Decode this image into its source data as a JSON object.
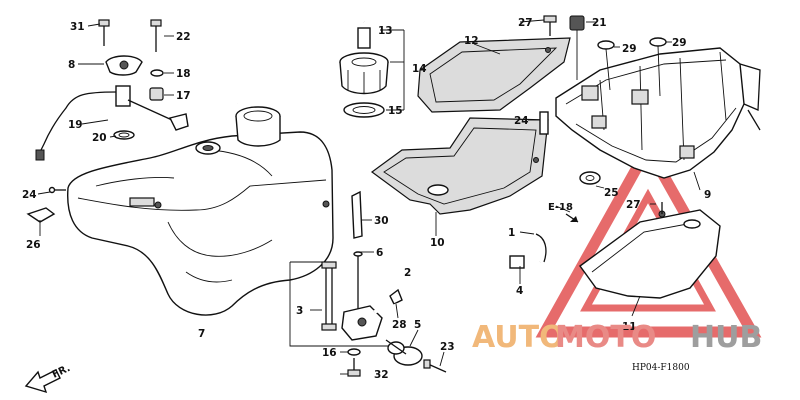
{
  "callouts": {
    "n1": "1",
    "n2": "2",
    "n3": "3",
    "n4": "4",
    "n5": "5",
    "n6": "6",
    "n7": "7",
    "n8": "8",
    "n9": "9",
    "n10": "10",
    "n11": "11",
    "n12": "12",
    "n13": "13",
    "n14": "14",
    "n15": "15",
    "n16": "16",
    "n17": "17",
    "n18": "18",
    "n19": "19",
    "n20": "20",
    "n21": "21",
    "n22": "22",
    "n23": "23",
    "n24a": "24",
    "n24b": "24",
    "n25": "25",
    "n26": "26",
    "n27a": "27",
    "n27b": "27",
    "n28": "28",
    "n29a": "29",
    "n29b": "29",
    "n30": "30",
    "n31": "31",
    "n32": "32"
  },
  "reference_label": "E-18",
  "diagram_code": "HP04-F1800",
  "direction_label": "FR.",
  "watermark": {
    "part1": "AUTO",
    "part2": "MOTO",
    "part3": "HUB",
    "color_auto": "#f1b87a",
    "color_moto": "#e98a86",
    "color_hub": "#9e9e9e",
    "triangle_color": "#e45b5b"
  }
}
